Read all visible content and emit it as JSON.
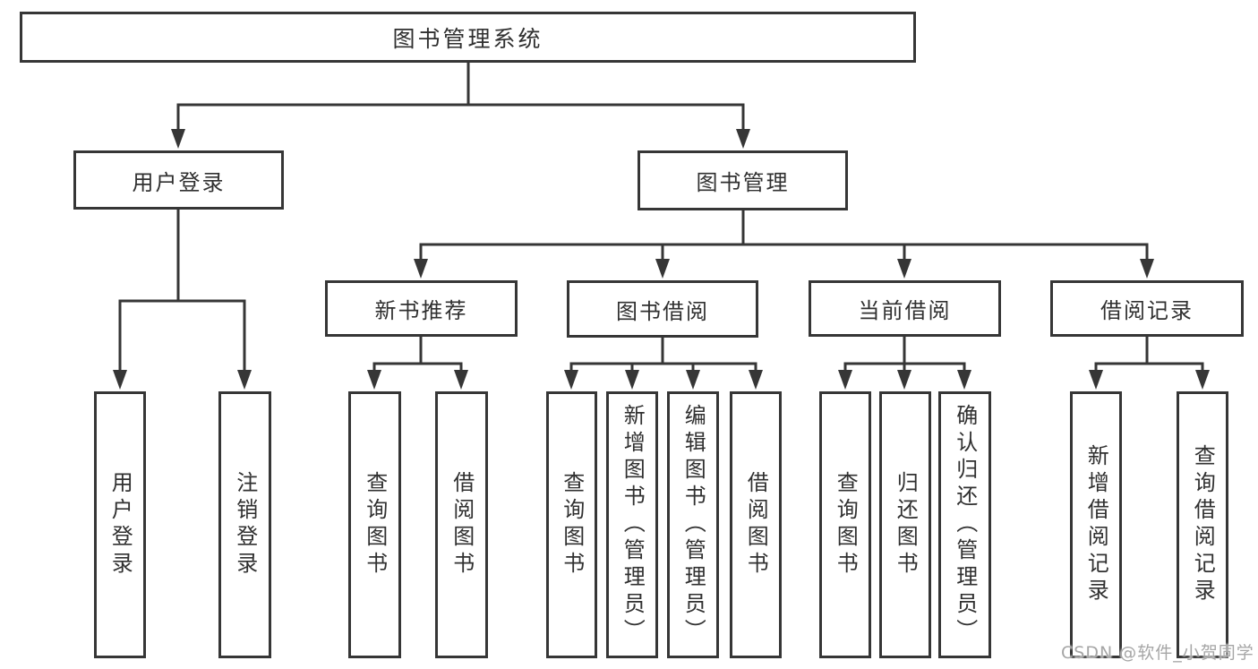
{
  "diagram_type": "hierarchy-tree",
  "colors": {
    "line": "#363636",
    "box_border": "#363636",
    "text": "#303030",
    "background": "#ffffff",
    "watermark": "#a6a6a6"
  },
  "watermark": {
    "text": "CSDN @软件_小贺同学"
  },
  "tree": {
    "root": {
      "label": "图书管理系统",
      "children": [
        {
          "label": "用户登录",
          "children": [
            {
              "label": "用户登录"
            },
            {
              "label": "注销登录"
            }
          ]
        },
        {
          "label": "图书管理",
          "children": [
            {
              "label": "新书推荐",
              "children": [
                {
                  "label": "查询图书"
                },
                {
                  "label": "借阅图书"
                }
              ]
            },
            {
              "label": "图书借阅",
              "children": [
                {
                  "label": "查询图书"
                },
                {
                  "label": "新增图书（管理员）"
                },
                {
                  "label": "编辑图书（管理员）"
                },
                {
                  "label": "借阅图书"
                }
              ]
            },
            {
              "label": "当前借阅",
              "children": [
                {
                  "label": "查询图书"
                },
                {
                  "label": "归还图书"
                },
                {
                  "label": "确认归还（管理员）"
                }
              ]
            },
            {
              "label": "借阅记录",
              "children": [
                {
                  "label": "新增借阅记录"
                },
                {
                  "label": "查询借阅记录"
                }
              ]
            }
          ]
        }
      ]
    }
  }
}
